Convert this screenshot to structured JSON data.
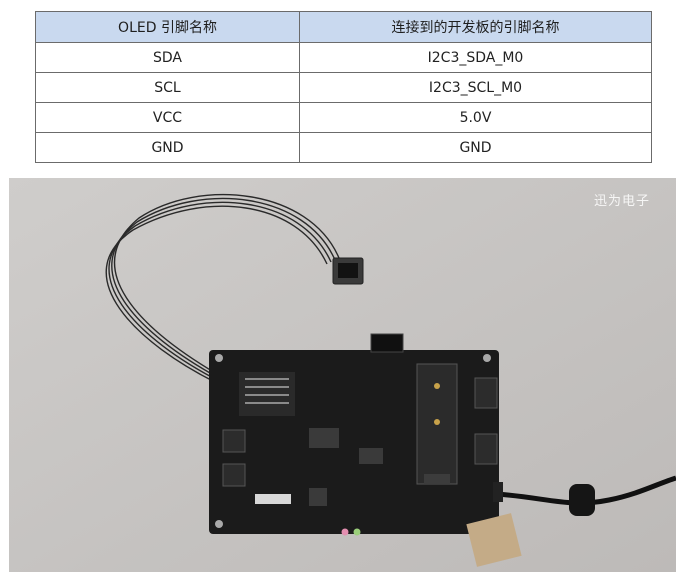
{
  "table": {
    "headers": [
      "OLED 引脚名称",
      "连接到的开发板的引脚名称"
    ],
    "rows": [
      [
        "SDA",
        "I2C3_SDA_M0"
      ],
      [
        "SCL",
        "I2C3_SCL_M0"
      ],
      [
        "VCC",
        "5.0V"
      ],
      [
        "GND",
        "GND"
      ]
    ]
  },
  "photo": {
    "watermark": "迅为电子"
  }
}
